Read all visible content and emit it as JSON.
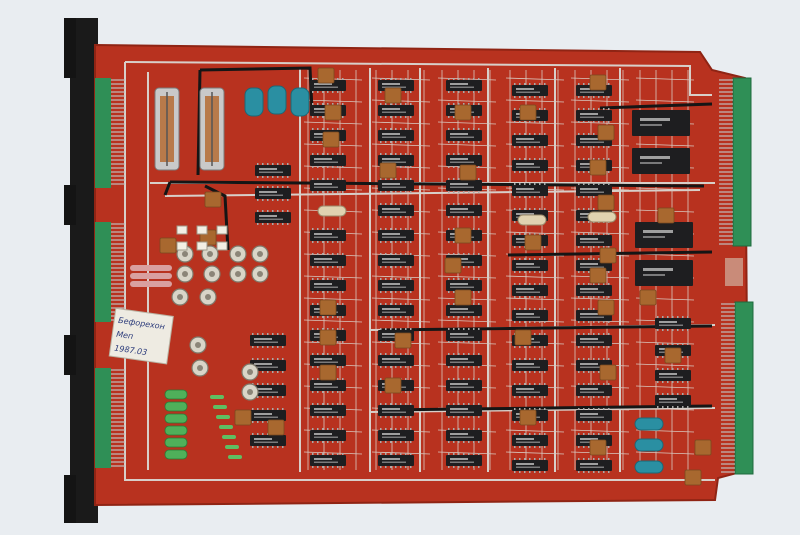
{
  "photo": {
    "subject": "",
    "colors": {
      "background": "#e9edf1",
      "board": "#b8321f",
      "board_dark": "#8f2414",
      "trace": "#cfc7c2",
      "chip": "#1e1e20",
      "chip_label": "#d6d6d6",
      "connector": "#2f8f56",
      "connector_pins": "#bfbfbf",
      "capacitor_brown": "#a8682f",
      "capacitor_teal": "#2a8fa2",
      "bracket": "#1a1a1a"
    }
  },
  "board": {
    "handwritten_label_line1": "Бефорехон",
    "handwritten_label_line2": "Меп",
    "handwritten_label_line3": "1987.03"
  }
}
